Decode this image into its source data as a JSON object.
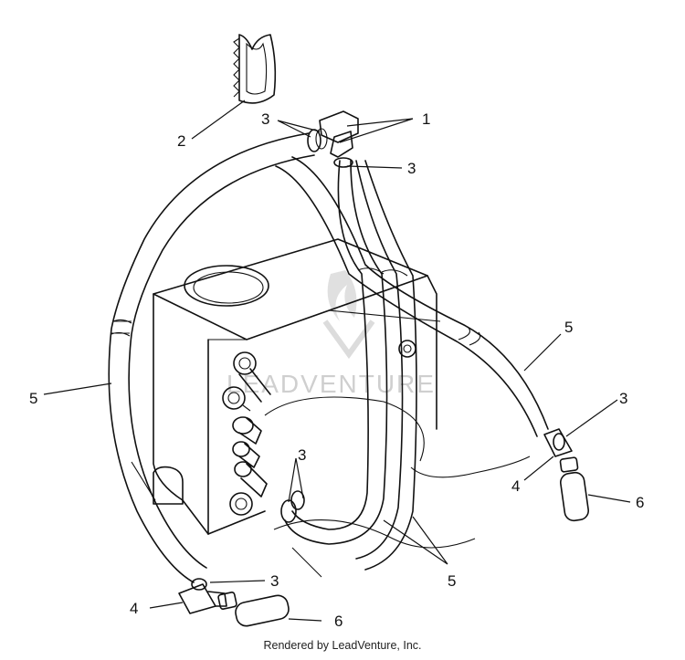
{
  "diagram": {
    "callouts": {
      "c1": "1",
      "c2": "2",
      "c3_top": "3",
      "c3_right_top": "3",
      "c3_mid": "3",
      "c3_right": "3",
      "c3_bottom": "3",
      "c4_right": "4",
      "c4_left": "4",
      "c5_left": "5",
      "c5_right": "5",
      "c5_bottom": "5",
      "c6_right": "6",
      "c6_left": "6"
    },
    "watermark": "LEADVENTURE"
  },
  "footer": {
    "credit": "Rendered by LeadVenture, Inc."
  }
}
